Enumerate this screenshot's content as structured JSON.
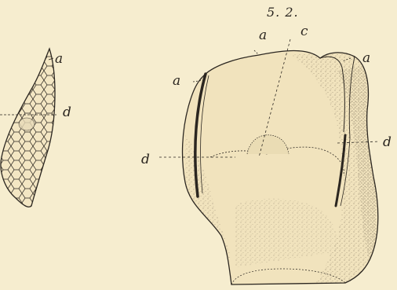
{
  "figure_number": "5. 2.",
  "labels": {
    "left_a": "a",
    "left_d": "d",
    "top_a": "a",
    "top_c": "c",
    "right_a": "a",
    "side_a": "a",
    "right_d": "d",
    "left_side_d": "d"
  },
  "colors": {
    "paper": "#f6edcf",
    "ink": "#2b2620"
  }
}
